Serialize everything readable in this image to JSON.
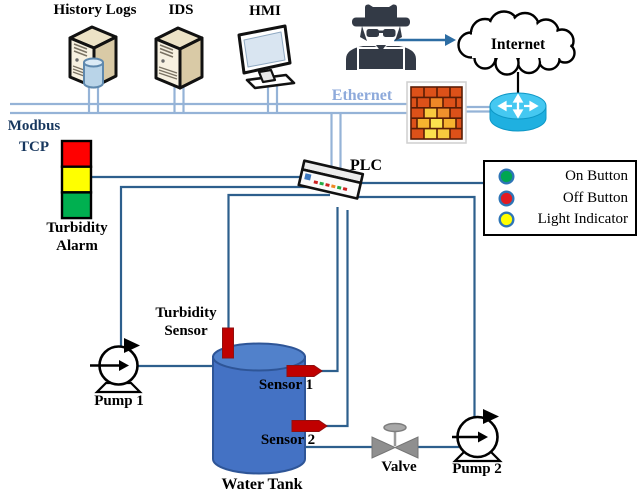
{
  "network": {
    "devices": [
      {
        "label": "History Logs"
      },
      {
        "label": "IDS"
      },
      {
        "label": "HMI"
      }
    ],
    "ethernet_label": "Ethernet",
    "modbus_label": [
      "Modbus",
      "TCP"
    ],
    "internet_label": "Internet",
    "plc_label": "PLC"
  },
  "plant": {
    "turbidity_alarm_label": [
      "Turbidity",
      "Alarm"
    ],
    "turbidity_sensor_label": [
      "Turbidity",
      "Sensor"
    ],
    "water_tank_label": "Water Tank",
    "sensor1_label": "Sensor 1",
    "sensor2_label": "Sensor 2",
    "pump1_label": "Pump 1",
    "pump2_label": "Pump 2",
    "valve_label": "Valve"
  },
  "legend": {
    "items": [
      {
        "label": "On Button",
        "color": "#00a651"
      },
      {
        "label": "Off Button",
        "color": "#e31b23"
      },
      {
        "label": "Light Indicator",
        "color": "#ffff00"
      }
    ],
    "ring_color": "#2e75b6"
  },
  "colors": {
    "ethernet_line": "#95b3d7",
    "modbus_line": "#2d5f8d",
    "modbus_text": "#17375e",
    "ethernet_text": "#8eaadb",
    "alarm_red": "#ff0000",
    "alarm_yellow": "#ffff00",
    "alarm_green": "#00b050",
    "tank_blue": "#4472c4",
    "sensor_red": "#c00000",
    "router_cyan": "#1fb0e0",
    "attack_arrow": "#2d6da3"
  }
}
